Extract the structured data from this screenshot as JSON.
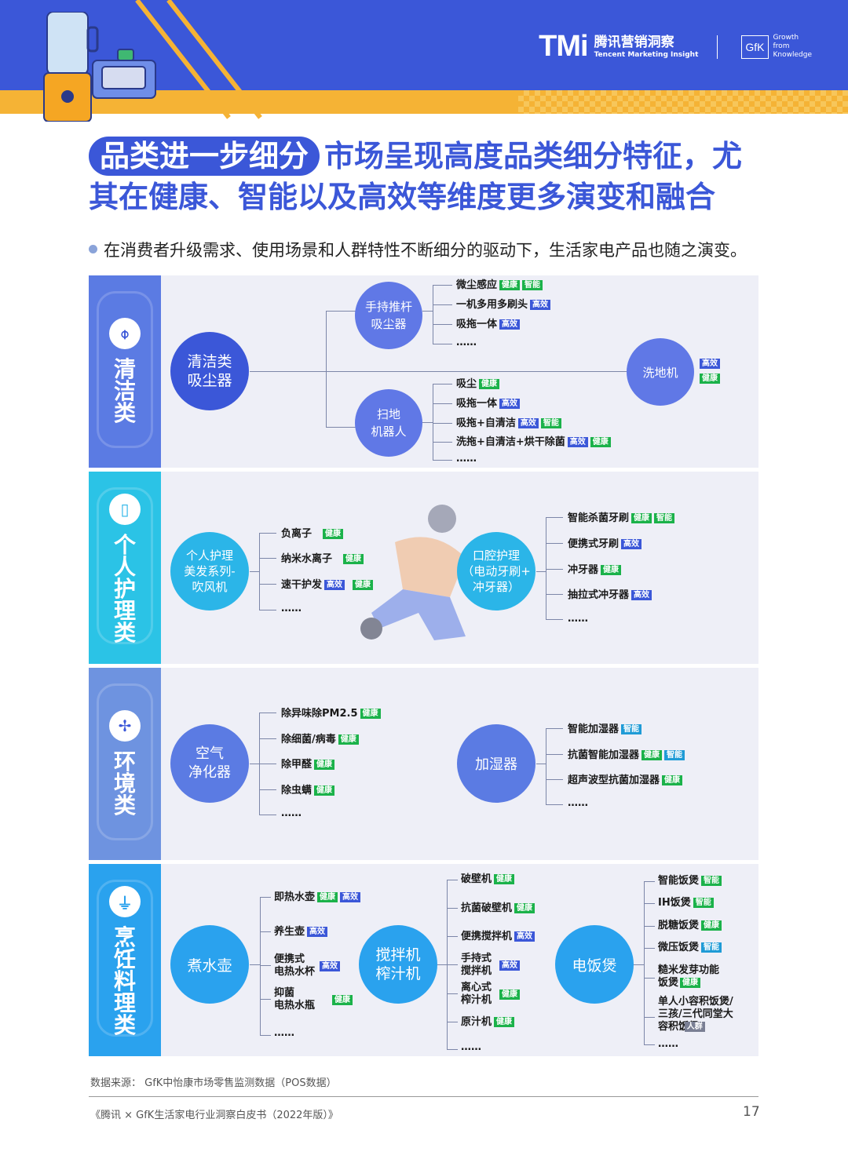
{
  "header": {
    "brand_tmi": "TMi",
    "brand_cn": "腾讯营销洞察",
    "brand_en": "Tencent Marketing Insight",
    "gfk_logo": "GfK",
    "gfk_slogan_1": "Growth",
    "gfk_slogan_2": "from",
    "gfk_slogan_3": "Knowledge",
    "colors": {
      "header_bg": "#3b57d8",
      "accent": "#f5b335"
    }
  },
  "title": {
    "pill": "品类进一步细分",
    "line1_rest": "市场呈现高度品类细分特征，尤",
    "line2": "其在健康、智能以及高效等维度更多演变和融合"
  },
  "intro": "在消费者升级需求、使用场景和人群特性不断细分的驱动下，生活家电产品也随之演变。",
  "tags": {
    "health": "健康",
    "smart": "智能",
    "efficient": "高效",
    "crowd": "人群"
  },
  "sections": {
    "cleaning": {
      "label": [
        "清",
        "洁",
        "类"
      ],
      "icon": "vacuum-icon",
      "main": [
        "清洁类",
        "吸尘器"
      ],
      "handheld": [
        "手持推杆",
        "吸尘器"
      ],
      "robot": [
        "扫地",
        "机器人"
      ],
      "mop": "洗地机",
      "handheld_items": [
        "微尘感应",
        "一机多用多刷头",
        "吸拖一体",
        "……"
      ],
      "robot_items": [
        "吸尘",
        "吸拖一体",
        "吸拖+自清洁",
        "洗拖+自清洁+烘干除菌",
        "……"
      ]
    },
    "personal": {
      "label": [
        "个",
        "人",
        "护",
        "理",
        "类"
      ],
      "icon": "toothbrush-icon",
      "hair": [
        "个人护理",
        "美发系列-",
        "吹风机"
      ],
      "oral": [
        "口腔护理",
        "（电动牙刷+",
        "冲牙器）"
      ],
      "hair_items": [
        "负离子",
        "纳米水离子",
        "速干护发",
        "……"
      ],
      "oral_items": [
        "智能杀菌牙刷",
        "便携式牙刷",
        "冲牙器",
        "抽拉式冲牙器",
        "……"
      ]
    },
    "environment": {
      "label": [
        "环",
        "境",
        "类"
      ],
      "icon": "fan-icon",
      "purifier": [
        "空气",
        "净化器"
      ],
      "humidifier": "加湿器",
      "purifier_items": [
        "除异味除PM2.5",
        "除细菌/病毒",
        "除甲醛",
        "除虫螨",
        "……"
      ],
      "humidifier_items": [
        "智能加湿器",
        "抗菌智能加湿器",
        "超声波型抗菌加湿器",
        "……"
      ]
    },
    "cooking": {
      "label": [
        "烹",
        "饪",
        "料",
        "理",
        "类"
      ],
      "icon": "blender-icon",
      "kettle": "煮水壶",
      "blender": [
        "搅拌机",
        "榨汁机"
      ],
      "cooker": "电饭煲",
      "kettle_items": [
        "即热水壶",
        "养生壶",
        "便携式\n电热水杯",
        "抑菌\n电热水瓶",
        "……"
      ],
      "blender_items": [
        "破壁机",
        "抗菌破壁机",
        "便携搅拌机",
        "手持式\n搅拌机",
        "离心式\n榨汁机",
        "原汁机",
        "……"
      ],
      "cooker_items": [
        "智能饭煲",
        "IH饭煲",
        "脱糖饭煲",
        "微压饭煲",
        "糙米发芽功能\n饭煲",
        "单人小容积饭煲/\n三孩/三代同堂大\n容积饭煲",
        "……"
      ]
    }
  },
  "source": "数据来源：  GfK中怡康市场零售监测数据（POS数据）",
  "footer": "《腾讯 × GfK生活家电行业洞察白皮书（2022年版）》",
  "page_number": "17"
}
